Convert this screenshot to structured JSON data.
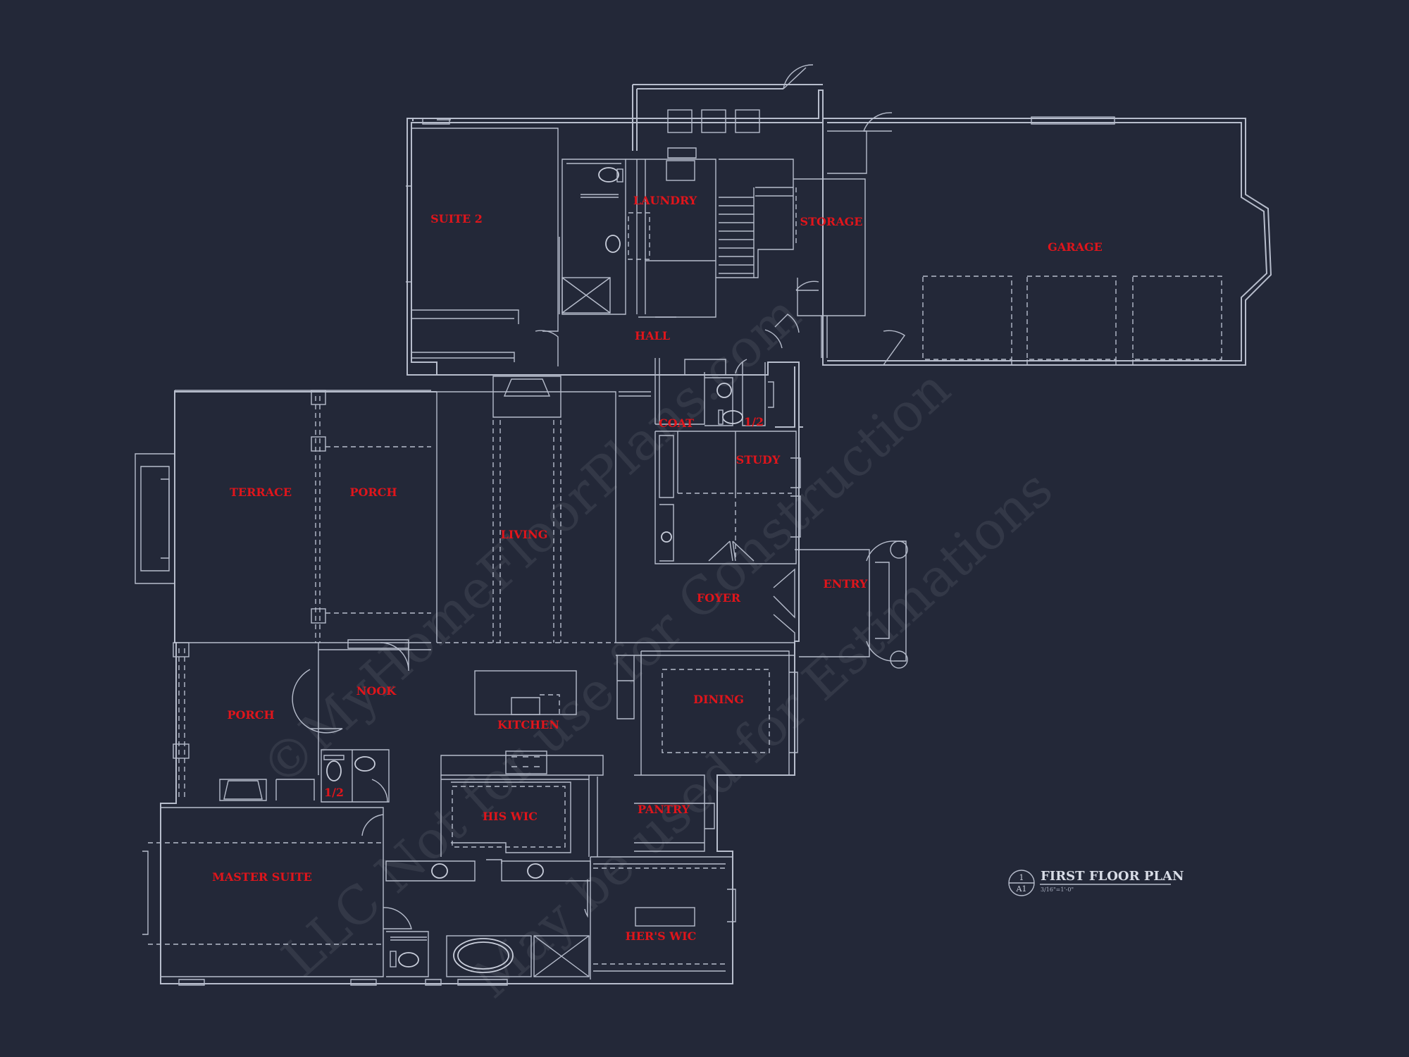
{
  "colors": {
    "background": "#232838",
    "linework": "#b7bdcc",
    "room_label": "#e0151b"
  },
  "rooms": {
    "suite2": "SUITE 2",
    "laundry": "LAUNDRY",
    "storage": "STORAGE",
    "garage": "GARAGE",
    "hall": "HALL",
    "coat": "COAT",
    "half_bath_top": "1/2",
    "study": "STUDY",
    "terrace": "TERRACE",
    "porch_top": "PORCH",
    "living": "LIVING",
    "entry": "ENTRY",
    "foyer": "FOYER",
    "nook": "NOOK",
    "dining": "DINING",
    "porch_bottom": "PORCH",
    "kitchen": "KITCHEN",
    "half_bath_bottom": "1/2",
    "his_wic": "HIS WIC",
    "pantry": "PANTRY",
    "master_suite": "MASTER SUITE",
    "hers_wic": "HER'S WIC"
  },
  "title_block": {
    "title": "FIRST FLOOR PLAN",
    "scale": "3/16\"=1'-0\"",
    "detail_number": "1",
    "sheet": "A1"
  },
  "watermarks": {
    "line1": "©MyHomeFloorPlans.com",
    "line2": "LLC Not for use for Construction",
    "line3": "May be used for Estimations"
  }
}
